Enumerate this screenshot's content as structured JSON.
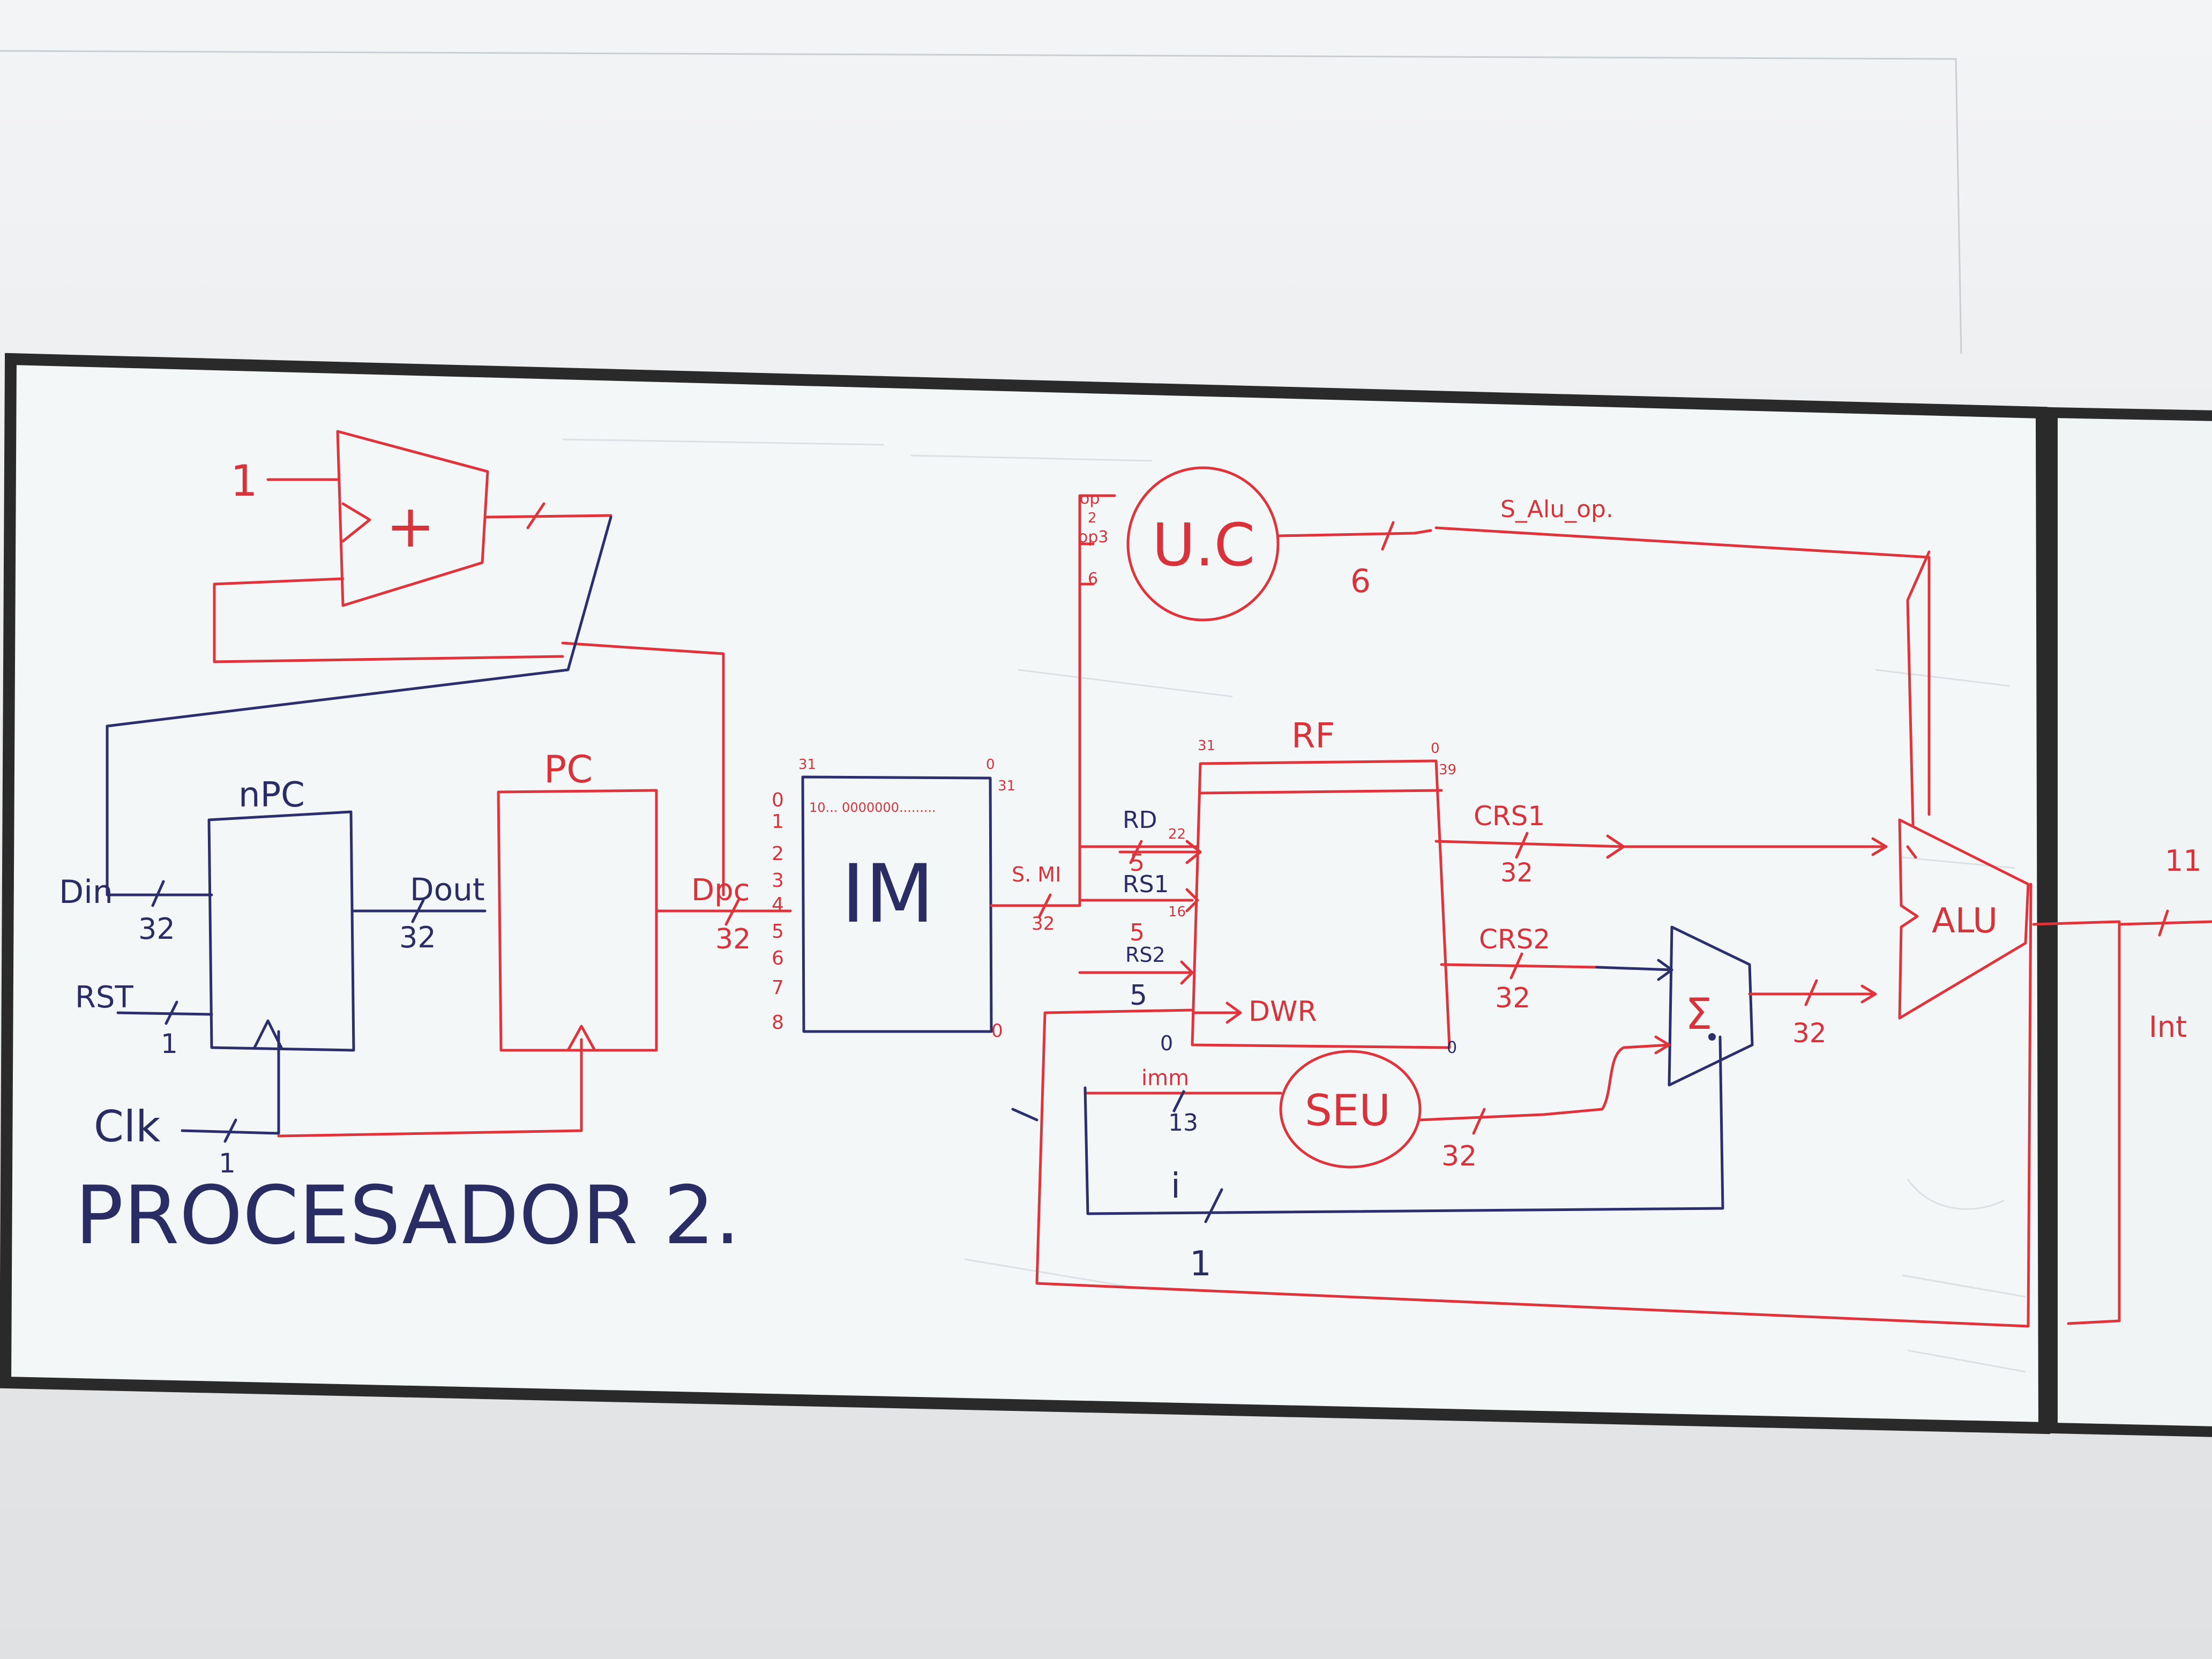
{
  "colors": {
    "board": "#f4f7f8",
    "frame": "#2a2a2a",
    "red_marker": "#e0343c",
    "blue_marker": "#2c2f6e"
  },
  "title": "PROCESADOR 2.",
  "adder": {
    "label": "+",
    "input": "1"
  },
  "npc": {
    "label": "nPC",
    "din": "Din",
    "din_width": "32",
    "rst": "RST",
    "rst_width": "1",
    "dout": "Dout",
    "dout_width": "32"
  },
  "pc": {
    "label": "PC",
    "dpc": "Dpc",
    "dpc_width": "32"
  },
  "clk": {
    "label": "Clk",
    "width": "1"
  },
  "im": {
    "label": "IM",
    "bit_high": "31",
    "bit_low": "0",
    "bit_low2": "31",
    "top_row": "10... 0000000.........",
    "row_labels": [
      "0",
      "1",
      "2",
      "3",
      "4",
      "5",
      "6",
      "7",
      "8"
    ],
    "out_label": "S. MI",
    "out_width": "32",
    "bottom_right": "0"
  },
  "uc": {
    "label": "U.C",
    "in_op": "op",
    "in_op_w": "2",
    "in_op3": "op3",
    "in_op3_w": "6",
    "out_width": "6",
    "signal": "S_Alu_op."
  },
  "rf": {
    "label": "RF",
    "bit_high": "31",
    "bit_low": "0",
    "bit_low2": "39",
    "rd": "RD",
    "rd_w": "5",
    "rd_bit": "22",
    "rs1": "RS1",
    "rs1_w": "5",
    "rs1_bit": "16",
    "rs2": "RS2",
    "rs2_w": "5",
    "dwr": "DWR",
    "bottom_left": "0",
    "bottom_right": "0",
    "crs1": "CRS1",
    "crs1_w": "32",
    "crs2": "CRS2",
    "crs2_w": "32"
  },
  "mux": {
    "label": "Σ",
    "out_width": "32"
  },
  "seu": {
    "label": "SEU",
    "imm": "imm",
    "imm_w": "13",
    "out_width": "32"
  },
  "i_signal": {
    "label": "i",
    "width": "1"
  },
  "alu": {
    "label": "ALU",
    "out_width": "11"
  },
  "right_board": {
    "partial_label": "Int"
  }
}
